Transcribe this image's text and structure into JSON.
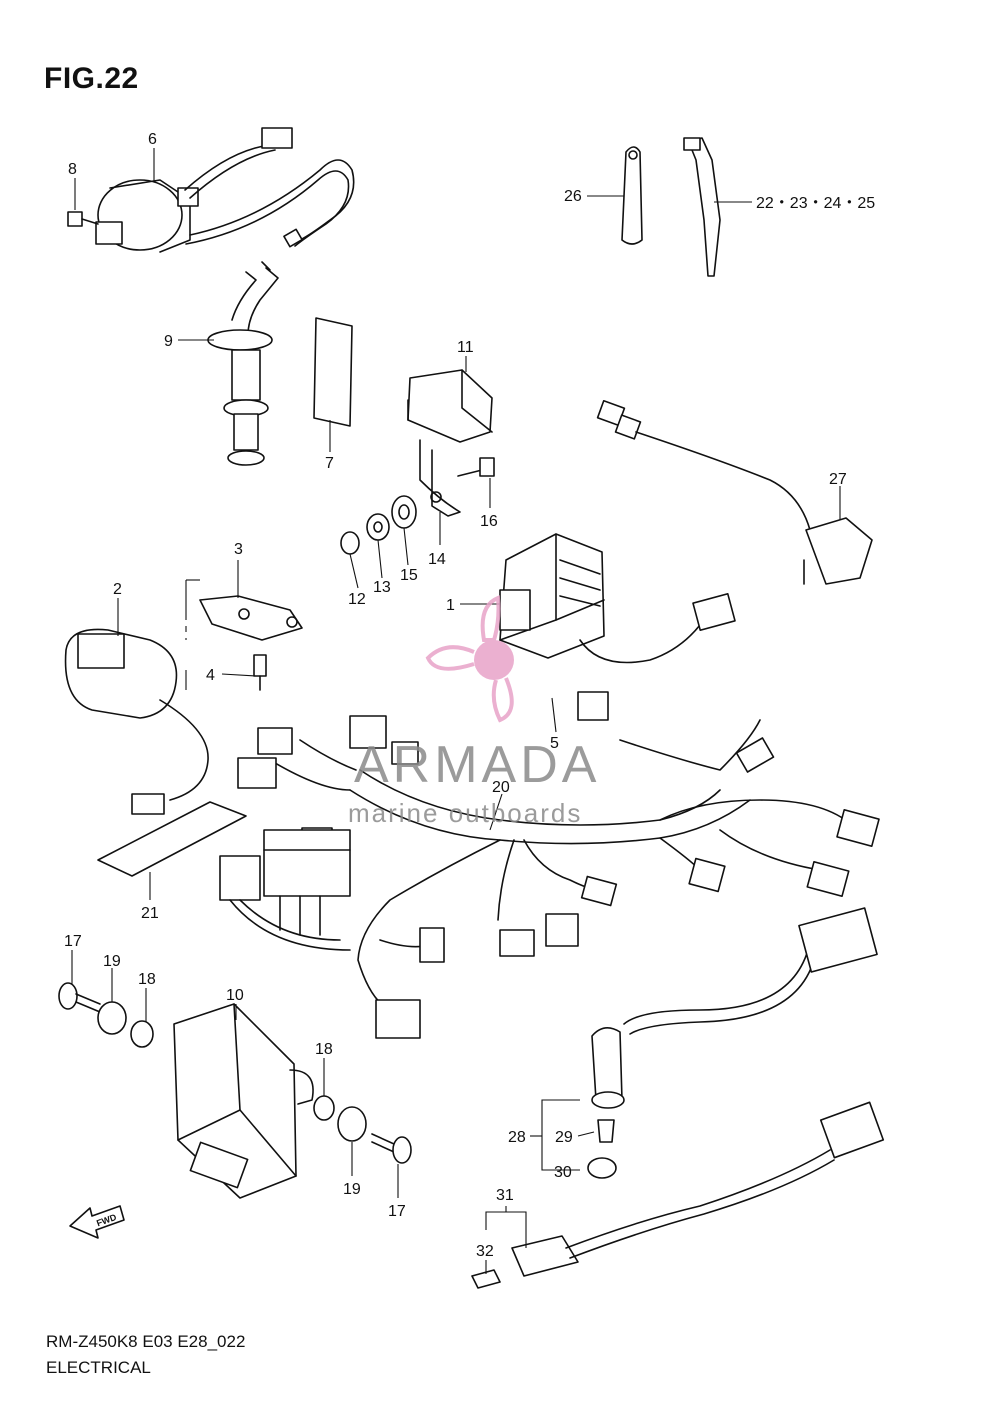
{
  "figure": {
    "title": "FIG.22"
  },
  "footer": {
    "code": "RM-Z450K8 E03 E28_022",
    "name": "ELECTRICAL"
  },
  "watermark": {
    "brand": "ARMADA",
    "tagline": "marine outboards",
    "color_pink": "#e8a3c8",
    "color_gray": "#8a8a8a"
  },
  "fwd_label": "FWD",
  "parts": [
    {
      "id": "p1",
      "label": "1"
    },
    {
      "id": "p2",
      "label": "2"
    },
    {
      "id": "p3",
      "label": "3"
    },
    {
      "id": "p4",
      "label": "4"
    },
    {
      "id": "p5",
      "label": "5"
    },
    {
      "id": "p6",
      "label": "6"
    },
    {
      "id": "p7",
      "label": "7"
    },
    {
      "id": "p8",
      "label": "8"
    },
    {
      "id": "p9",
      "label": "9"
    },
    {
      "id": "p10",
      "label": "10"
    },
    {
      "id": "p11",
      "label": "11"
    },
    {
      "id": "p12",
      "label": "12"
    },
    {
      "id": "p13",
      "label": "13"
    },
    {
      "id": "p14",
      "label": "14"
    },
    {
      "id": "p15",
      "label": "15"
    },
    {
      "id": "p16",
      "label": "16"
    },
    {
      "id": "p17a",
      "label": "17"
    },
    {
      "id": "p17b",
      "label": "17"
    },
    {
      "id": "p18a",
      "label": "18"
    },
    {
      "id": "p18b",
      "label": "18"
    },
    {
      "id": "p19a",
      "label": "19"
    },
    {
      "id": "p19b",
      "label": "19"
    },
    {
      "id": "p20",
      "label": "20"
    },
    {
      "id": "p21",
      "label": "21"
    },
    {
      "id": "p22",
      "label": "22・23・24・25"
    },
    {
      "id": "p26",
      "label": "26"
    },
    {
      "id": "p27",
      "label": "27"
    },
    {
      "id": "p28",
      "label": "28"
    },
    {
      "id": "p29",
      "label": "29"
    },
    {
      "id": "p30",
      "label": "30"
    },
    {
      "id": "p31",
      "label": "31"
    },
    {
      "id": "p32",
      "label": "32"
    }
  ]
}
